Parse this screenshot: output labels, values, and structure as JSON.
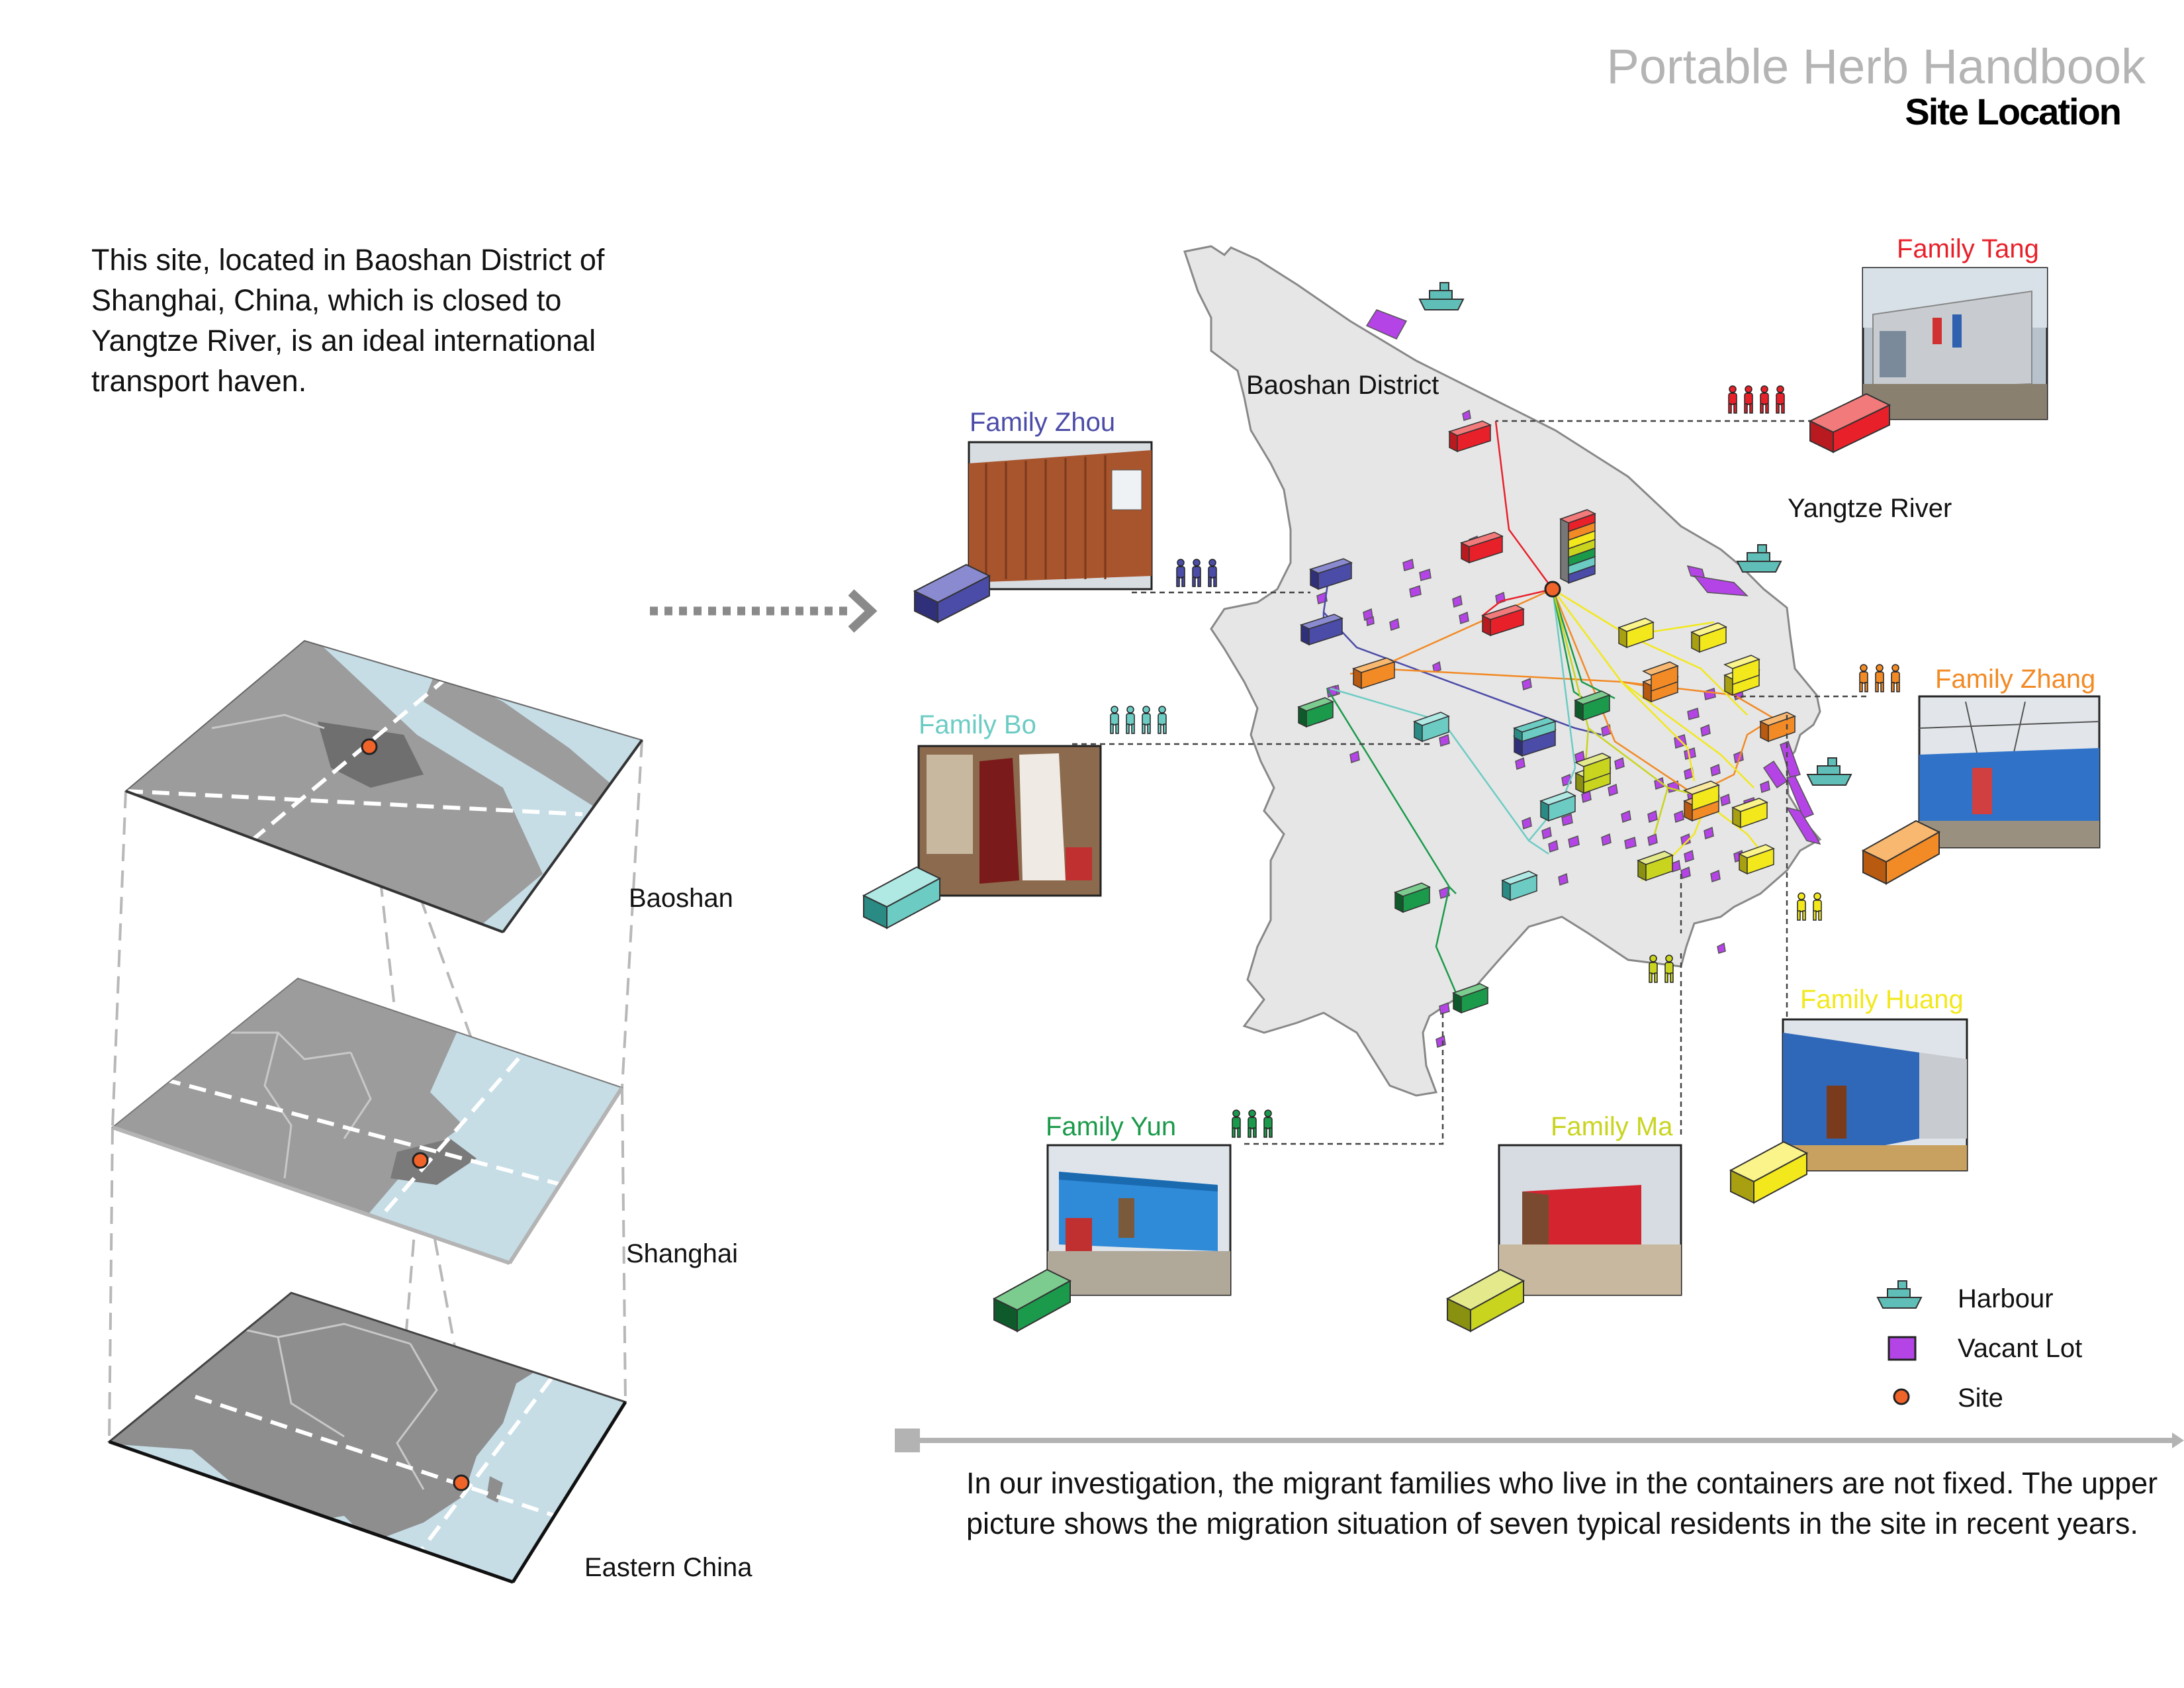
{
  "header": {
    "title": "Portable Herb Handbook",
    "subtitle": "Site Location"
  },
  "intro_text": "This site, located in Baoshan District of Shanghai, China, which is closed to Yangtze River, is an ideal international transport haven.",
  "outro_text": "In our investigation, the migrant families who live in the containers are not fixed. The upper picture shows the migration situation of seven typical residents in the site in recent years.",
  "layers": {
    "baoshan": "Baoshan",
    "shanghai": "Shanghai",
    "eastern_china": "Eastern China"
  },
  "map": {
    "district_label": "Baoshan District",
    "river_label": "Yangtze River"
  },
  "families": {
    "tang": {
      "name": "Family Tang",
      "color": "#e8202a",
      "members": 4
    },
    "zhou": {
      "name": "Family Zhou",
      "color": "#4b4ba8",
      "members": 3
    },
    "zhang": {
      "name": "Family Zhang",
      "color": "#f28a25",
      "members": 3
    },
    "bo": {
      "name": "Family Bo",
      "color": "#6cccc4",
      "members": 4
    },
    "huang": {
      "name": "Family Huang",
      "color": "#f2e81c",
      "members": 2
    },
    "yun": {
      "name": "Family Yun",
      "color": "#1a9a4a",
      "members": 3
    },
    "ma": {
      "name": "Family Ma",
      "color": "#c9d41f",
      "members": 2
    }
  },
  "legend": {
    "harbour": "Harbour",
    "vacant_lot": "Vacant Lot",
    "site": "Site"
  },
  "colors": {
    "land": "#e6e6e6",
    "water": "#c6dde6",
    "layer_land": "#9c9c9c",
    "vacant_lot": "#b444e6",
    "site_marker": "#f0642a",
    "harbour": "#5fbfb8"
  },
  "icons": [
    "harbour-icon",
    "vacant-lot-icon",
    "site-marker-icon",
    "container-icon",
    "person-icon",
    "arrow-icon"
  ]
}
